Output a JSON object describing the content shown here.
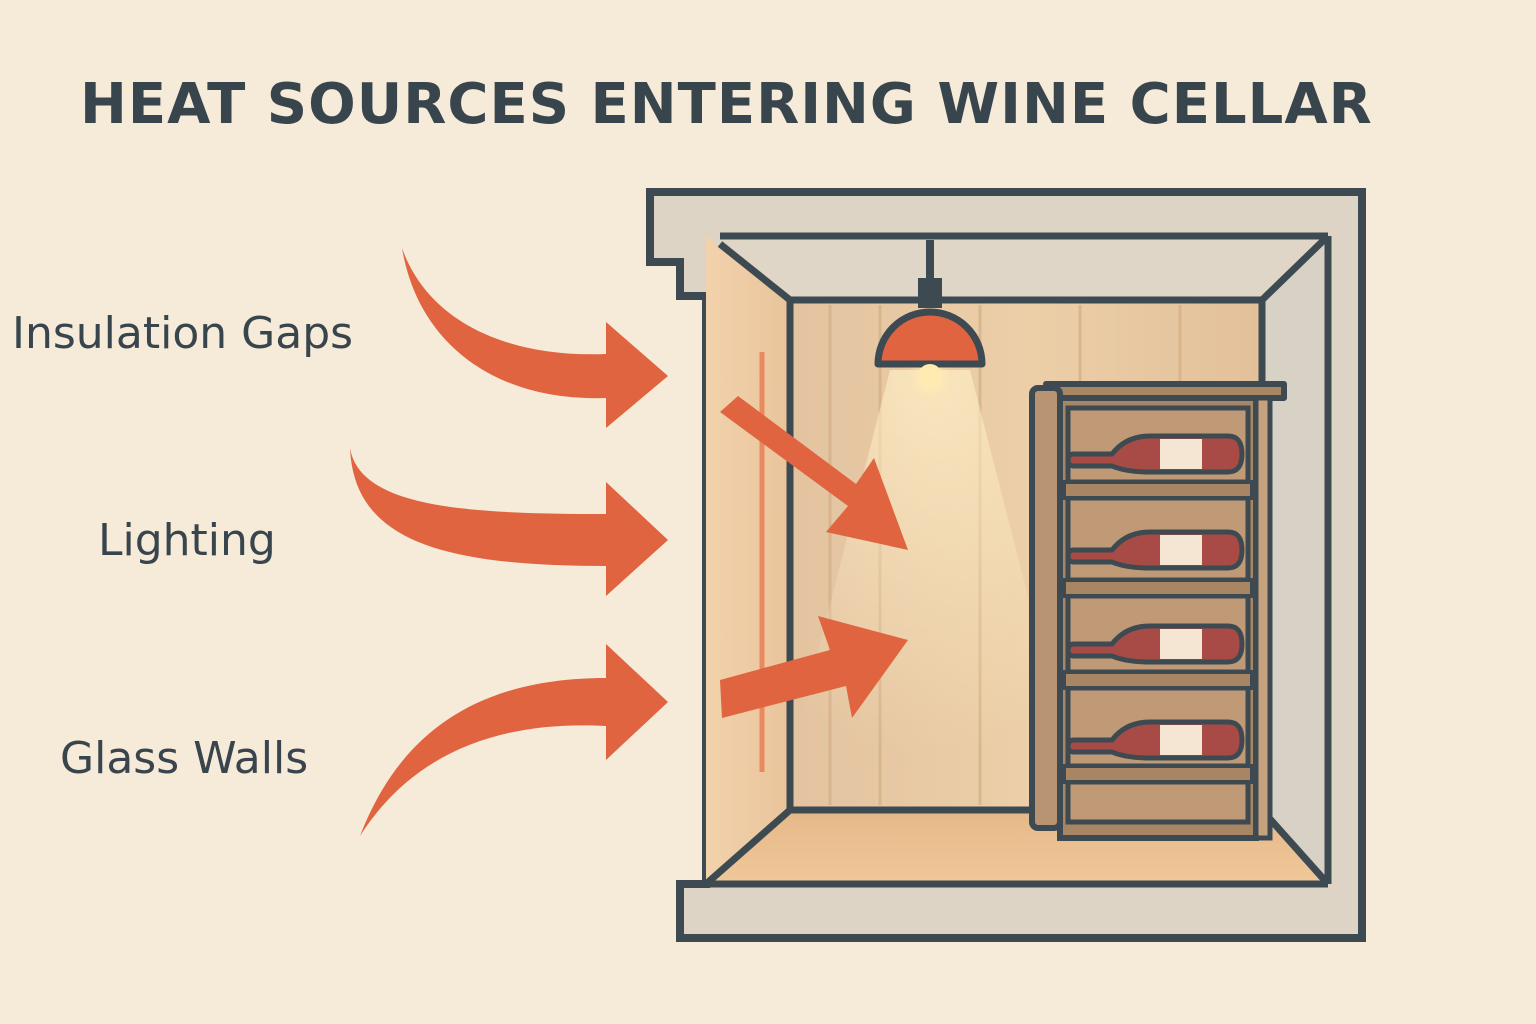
{
  "title": "HEAT SOURCES ENTERING WINE CELLAR",
  "heat_sources": [
    {
      "label": "Insulation Gaps",
      "icon": "curved-arrow"
    },
    {
      "label": "Lighting",
      "icon": "curved-arrow"
    },
    {
      "label": "Glass Walls",
      "icon": "curved-arrow"
    }
  ],
  "cellar": {
    "icons": [
      "pendant-lamp",
      "wine-rack",
      "wine-bottle"
    ],
    "bottle_count": 4
  },
  "colors": {
    "background": "#f6ead9",
    "text": "#39454d",
    "arrow": "#e06440",
    "outline": "#3d4a52",
    "wood": "#a88563",
    "bottle": "#a84a45"
  }
}
